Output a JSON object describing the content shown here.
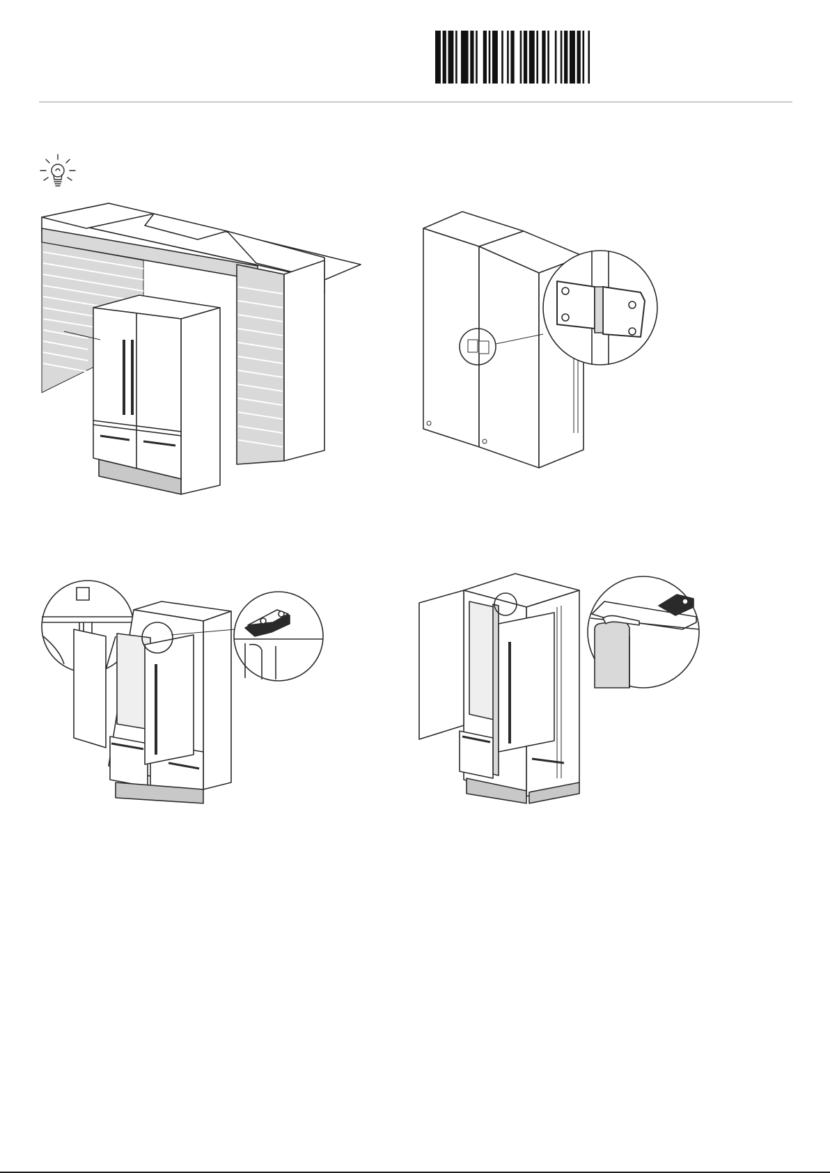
{
  "document": {
    "barcode": {
      "icon": "barcode-icon",
      "bars": [
        3,
        1,
        2,
        1,
        3,
        1,
        1,
        2,
        4,
        1,
        2,
        1,
        1,
        3,
        2,
        1,
        1,
        1,
        3,
        2,
        1,
        2,
        1,
        1,
        2,
        3,
        1,
        1,
        2,
        1,
        3,
        1,
        1,
        2,
        2,
        1,
        1,
        3,
        1,
        2,
        1,
        1,
        2,
        1,
        3,
        1,
        2,
        1,
        1,
        2,
        1,
        3
      ]
    },
    "tip": {
      "icon": "light-bulb-icon"
    },
    "figures": [
      {
        "icon": "french-door-refrigerator-cabinet-illustration"
      },
      {
        "icon": "side-by-side-hinge-bracket-illustration"
      },
      {
        "icon": "door-open-top-hinge-detail-illustration"
      },
      {
        "icon": "door-open-trim-strip-detail-illustration"
      }
    ],
    "colors": {
      "line": "#2a2a2a",
      "rule": "#9a9a9a",
      "panel": "#d9d9d9"
    }
  }
}
